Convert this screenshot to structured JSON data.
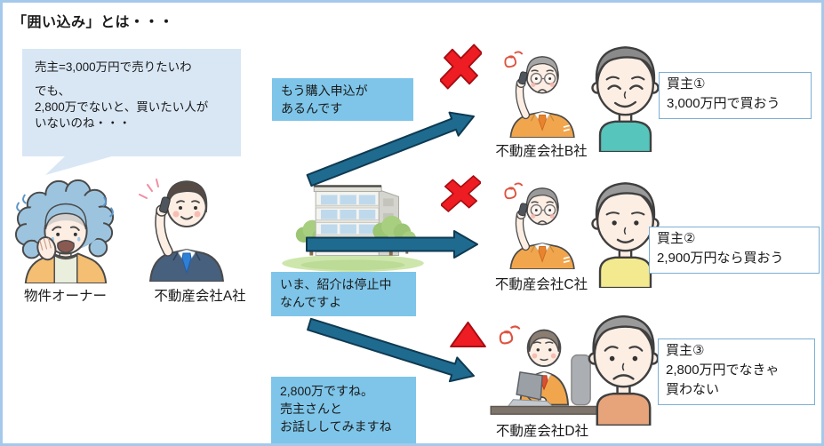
{
  "title": "「囲い込み」とは・・・",
  "seller": {
    "bubble_lines": [
      "売主=3,000万円で売りたいわ",
      "でも、",
      "2,800万でないと、買いたい人が",
      "いないのね・・・"
    ],
    "label": "物件オーナー"
  },
  "agent_a": {
    "label": "不動産会社A社"
  },
  "callouts": {
    "top": [
      "もう購入申込が",
      "あるんです"
    ],
    "mid": [
      "いま、紹介は停止中",
      "なんですよ"
    ],
    "bottom": [
      "2,800万ですね。",
      "売主さんと",
      "お話ししてみますね"
    ]
  },
  "companies": {
    "b": {
      "label": "不動産会社B社",
      "status": "rejected-x"
    },
    "c": {
      "label": "不動産会社C社",
      "status": "rejected-x"
    },
    "d": {
      "label": "不動産会社D社",
      "status": "pending-triangle"
    }
  },
  "buyers": {
    "b1": {
      "lines": [
        "買主①",
        "3,000万円で買おう"
      ]
    },
    "b2": {
      "lines": [
        "買主②",
        "2,900万円なら買おう"
      ]
    },
    "b3": {
      "lines": [
        "買主③",
        "2,800万円でなきゃ",
        "買わない"
      ]
    }
  },
  "colors": {
    "frame_border": "#a4c9ea",
    "seller_bubble_bg": "#d9e7f5",
    "callout_bg": "#7ec5e9",
    "arrow_fill": "#1f6b90",
    "arrow_stroke": "#0f3a52",
    "reject_red": "#ee1c23",
    "buyer_note_border": "#7bafd4"
  }
}
